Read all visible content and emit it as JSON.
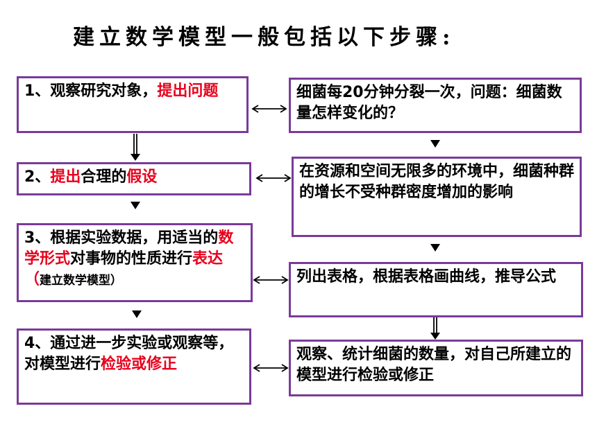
{
  "title": "建立数学模型一般包括以下步骤:",
  "left_steps": [
    {
      "parts": [
        {
          "text": "1、观察研究对象，"
        },
        {
          "text": "提出问题",
          "red": true
        }
      ]
    },
    {
      "parts": [
        {
          "text": "2、"
        },
        {
          "text": "提出",
          "red": true
        },
        {
          "text": "合理的"
        },
        {
          "text": "假设",
          "red": true
        }
      ]
    },
    {
      "parts": [
        {
          "text": "3、根据实验数据，用适当的"
        },
        {
          "text": "数学形式",
          "red": true
        },
        {
          "text": "对事物的性质进行"
        },
        {
          "text": "表达（",
          "red": true
        },
        {
          "text": "建立数学模型）",
          "small": true
        }
      ]
    },
    {
      "parts": [
        {
          "text": "4、通过进一步实验或观察等，对模型进行"
        },
        {
          "text": "检验或修正",
          "red": true
        }
      ]
    }
  ],
  "right_steps": [
    {
      "parts": [
        {
          "text": "细菌每20分钟分裂一次，问题：细菌数量怎样变化的？"
        }
      ]
    },
    {
      "parts": [
        {
          "text": "在资源和空间无限多的环境中，细菌种群的增长不受种群密度增加的影响"
        }
      ]
    },
    {
      "parts": [
        {
          "text": "列出表格，根据表格画曲线，推导公式"
        }
      ]
    },
    {
      "parts": [
        {
          "text": "观察、统计细菌的数量，对自己所建立的模型进行检验或修正"
        }
      ]
    }
  ]
}
